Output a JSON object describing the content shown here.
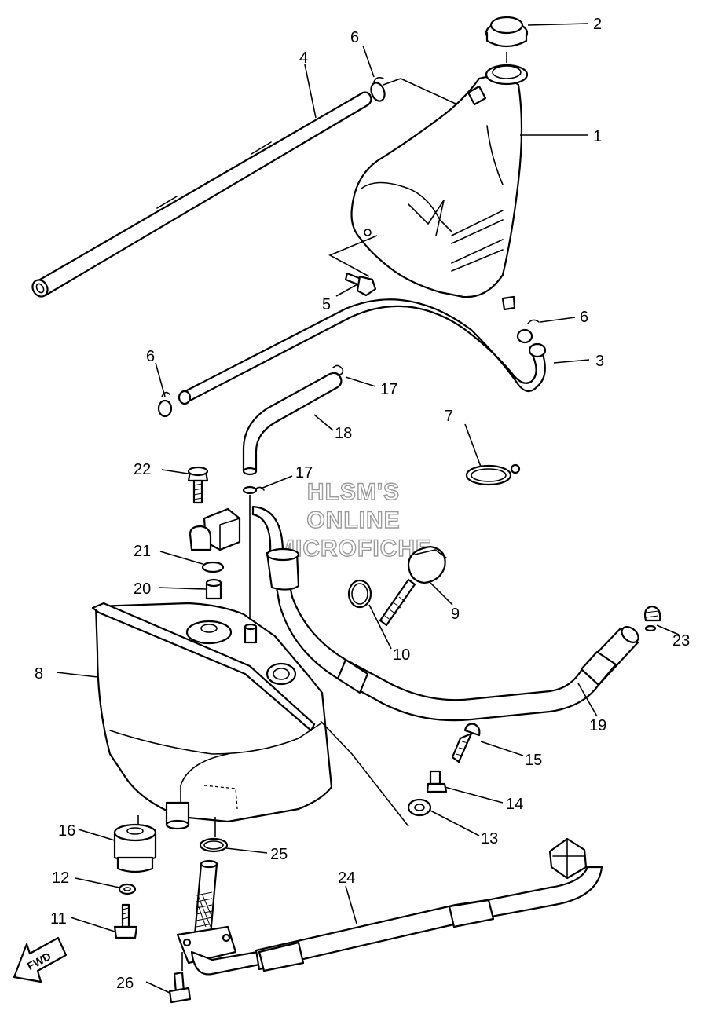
{
  "watermark": {
    "line1": "HLSM'S",
    "line2": "ONLINE",
    "line3": "MICROFICHE"
  },
  "fwd_label": "FWD",
  "callouts": {
    "c1": "1",
    "c2": "2",
    "c3": "3",
    "c4": "4",
    "c5": "5",
    "c6a": "6",
    "c6b": "6",
    "c6c": "6",
    "c7": "7",
    "c8": "8",
    "c9": "9",
    "c10": "10",
    "c11": "11",
    "c12": "12",
    "c13": "13",
    "c14": "14",
    "c15": "15",
    "c16": "16",
    "c17a": "17",
    "c17b": "17",
    "c18": "18",
    "c19": "19",
    "c20": "20",
    "c21": "21",
    "c22": "22",
    "c23": "23",
    "c24": "24",
    "c25": "25",
    "c26": "26"
  }
}
